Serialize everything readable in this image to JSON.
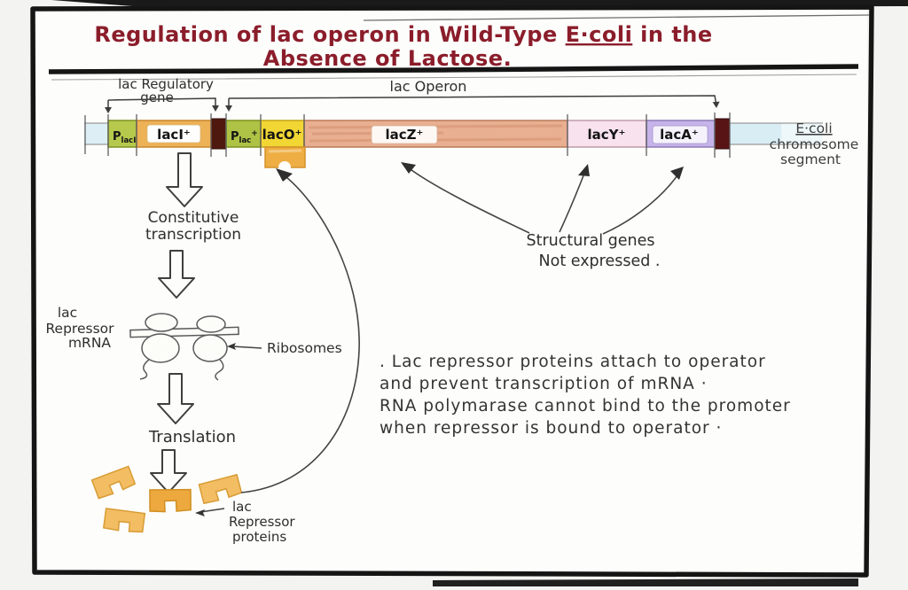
{
  "title": {
    "line1_pre": "Regulation of lac operon in Wild-Type ",
    "line1_em": "E·coli",
    "line1_post": " in the",
    "line2": "Absence of Lactose.",
    "color": "#8b1d2b"
  },
  "gene_map": {
    "regulatory_bracket": {
      "line1": "lac Regulatory",
      "line2": "gene"
    },
    "operon_bracket": {
      "label": "lac Operon"
    },
    "chromosome_note": {
      "line1": "E·coli",
      "line2": "chromosome",
      "line3": "segment"
    },
    "segments": {
      "p_laci": {
        "main": "P",
        "sub": "lacI",
        "fill": "#b6c94c"
      },
      "laci": {
        "label": "lacI⁺",
        "fill": "#edb156"
      },
      "spacer1": {
        "fill": "#4f180e"
      },
      "p_lac": {
        "main": "P",
        "sub": "lac",
        "sup": "+",
        "fill": "#aec245"
      },
      "laco": {
        "label": "lacO⁺",
        "fill": "#f1d634"
      },
      "lacz": {
        "label": "lacZ⁺",
        "fill": "#e8af91"
      },
      "lacy": {
        "label": "lacY⁺",
        "fill": "#f8e2ee"
      },
      "laca": {
        "label": "lacA⁺",
        "fill": "#c5b3e9"
      },
      "spacer2": {
        "fill": "#581414"
      },
      "tail": {
        "fill": "#d9edf5"
      }
    }
  },
  "pathway": {
    "step_transcription": {
      "line1": "Constitutive",
      "line2": "transcription"
    },
    "mrna_label": {
      "line1": "lac",
      "line2": "Repressor",
      "line3": "mRNA"
    },
    "ribosomes_label": "Ribosomes",
    "step_translation": "Translation",
    "proteins_label": {
      "line1": "lac",
      "line2": "Repressor",
      "line3": "proteins"
    },
    "protein_color": "#f2bd63"
  },
  "annotations": {
    "structural": {
      "line1": "Structural genes",
      "line2": "Not expressed ."
    },
    "note": {
      "line1": ". Lac repressor proteins attach to operator",
      "line2": "and prevent transcription of mRNA ·",
      "line3": "RNA polymarase cannot bind to the promoter",
      "line4": "when repressor is bound to operator ·"
    }
  }
}
